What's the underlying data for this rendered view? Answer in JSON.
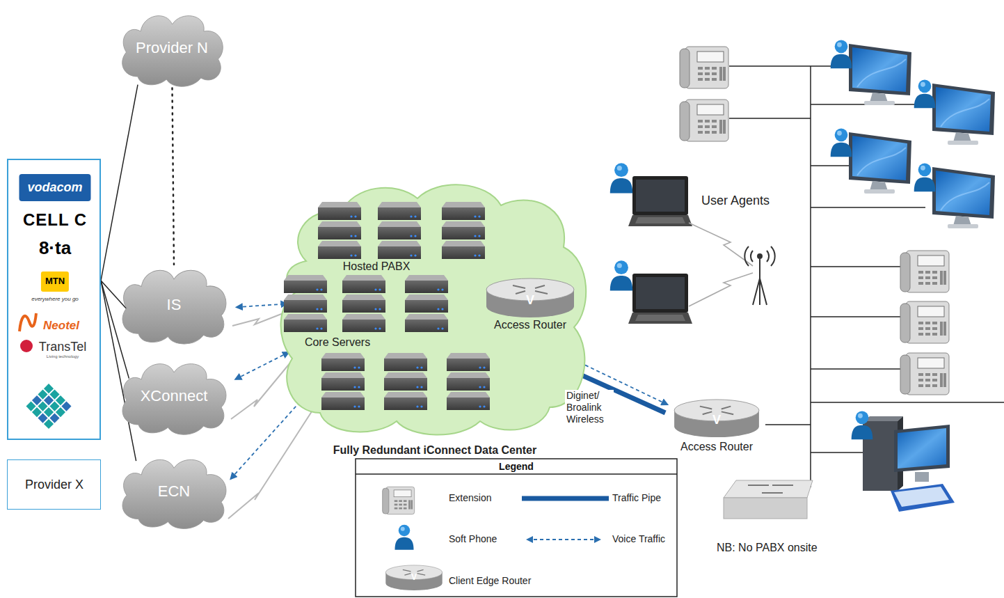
{
  "diagram": {
    "nodes": [
      {
        "text": [
          "Provider N"
        ]
      },
      {
        "text": [
          "vodacom",
          "CELL C",
          "8·ta",
          "MTN",
          "everywhere you go",
          "Neotel",
          "TransTel",
          "Living technology"
        ]
      },
      {
        "text": [
          "IS"
        ]
      },
      {
        "text": [
          "XConnect"
        ]
      },
      {
        "text": [
          "ECN"
        ]
      },
      {
        "text": [
          "Provider X"
        ]
      },
      {
        "text": [
          "Hosted PABX",
          "Core Servers",
          "Access Router",
          "Fully Redundant iConnect Data Center"
        ]
      },
      {
        "text": [
          "Access Router"
        ]
      }
    ],
    "edges": [
      {
        "from": 1,
        "to": 0,
        "arrow": "none"
      },
      {
        "from": 1,
        "to": 2,
        "arrow": "none"
      },
      {
        "from": 1,
        "to": 3,
        "arrow": "none"
      },
      {
        "from": 1,
        "to": 4,
        "arrow": "none"
      },
      {
        "from": 0,
        "to": 2,
        "arrow": "none"
      },
      {
        "from": 2,
        "to": 6,
        "arrow": "both"
      },
      {
        "from": 3,
        "to": 6,
        "arrow": "both"
      },
      {
        "from": 4,
        "to": 6,
        "arrow": "both"
      },
      {
        "from": 6,
        "to": 7,
        "label": "Diginet/ Broalink Wireless",
        "arrow": "both"
      }
    ],
    "labels": [
      "V",
      "V",
      "V",
      "User Agents",
      "Legend",
      "NB: No PABX onsite"
    ],
    "legend": [
      {
        "text": "Extension"
      },
      {
        "text": "Traffic Pipe"
      },
      {
        "text": "Soft Phone"
      },
      {
        "text": "Voice Traffic"
      },
      {
        "text": "Client Edge Router"
      }
    ]
  }
}
